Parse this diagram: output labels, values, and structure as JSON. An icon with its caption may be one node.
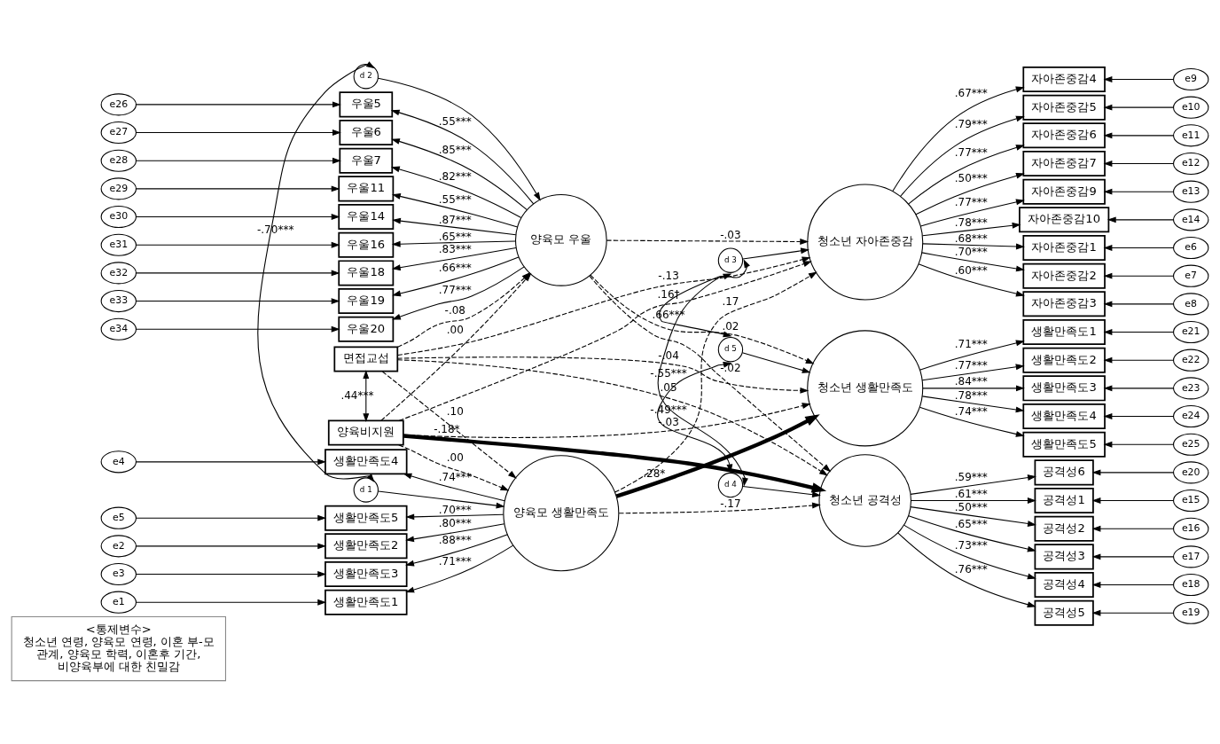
{
  "diagram": {
    "nodes": [
      {
        "text": [
          "<통제변수>",
          "청소년 연령, 양육모 연령, 이혼 부-모 관계, 양육모 학력, 이혼후 기간, 비양육부에 대한 친밀감"
        ]
      },
      {
        "text": [
          "e1"
        ]
      },
      {
        "text": [
          "e2"
        ]
      },
      {
        "text": [
          "e3"
        ]
      },
      {
        "text": [
          "e4"
        ]
      },
      {
        "text": [
          "e5"
        ]
      },
      {
        "text": [
          "생활만족도1"
        ]
      },
      {
        "text": [
          "생활만족도2"
        ]
      },
      {
        "text": [
          "생활만족도3"
        ]
      },
      {
        "text": [
          "생활만족도4"
        ]
      },
      {
        "text": [
          "생활만족도5"
        ]
      },
      {
        "text": [
          "양육모 생활만족도"
        ]
      },
      {
        "text": [
          "d 1"
        ]
      },
      {
        "text": [
          "면접교섭"
        ]
      },
      {
        "text": [
          "양육비지원"
        ]
      },
      {
        "text": [
          "청소년 자아존중감"
        ]
      },
      {
        "text": [
          "d 3"
        ]
      },
      {
        "text": [
          "청소년 공격성"
        ]
      },
      {
        "text": [
          "d 4"
        ]
      },
      {
        "text": [
          "청소년 생활만족도"
        ]
      },
      {
        "text": [
          "d 5"
        ]
      },
      {
        "text": [
          "양육모 우울"
        ]
      },
      {
        "text": [
          "d 2"
        ]
      },
      {
        "text": [
          "자아존중감1"
        ]
      },
      {
        "text": [
          "자아존중감2"
        ]
      },
      {
        "text": [
          "자아존중감3"
        ]
      },
      {
        "text": [
          "자아존중감4"
        ]
      },
      {
        "text": [
          "자아존중감5"
        ]
      },
      {
        "text": [
          "자아존중감6"
        ]
      },
      {
        "text": [
          "자아존중감7"
        ]
      },
      {
        "text": [
          "자아존중감9"
        ]
      },
      {
        "text": [
          "자아존중감10"
        ]
      },
      {
        "text": [
          "e6"
        ]
      },
      {
        "text": [
          "e7"
        ]
      },
      {
        "text": [
          "e8"
        ]
      },
      {
        "text": [
          "e9"
        ]
      },
      {
        "text": [
          "e10"
        ]
      },
      {
        "text": [
          "e11"
        ]
      },
      {
        "text": [
          "e12"
        ]
      },
      {
        "text": [
          "e13"
        ]
      },
      {
        "text": [
          "e14"
        ]
      },
      {
        "text": [
          "공격성1"
        ]
      },
      {
        "text": [
          "공격성2"
        ]
      },
      {
        "text": [
          "공격성3"
        ]
      },
      {
        "text": [
          "공격성4"
        ]
      },
      {
        "text": [
          "공격성5"
        ]
      },
      {
        "text": [
          "공격성6"
        ]
      },
      {
        "text": [
          "e15"
        ]
      },
      {
        "text": [
          "e16"
        ]
      },
      {
        "text": [
          "e17"
        ]
      },
      {
        "text": [
          "e18"
        ]
      },
      {
        "text": [
          "e19"
        ]
      },
      {
        "text": [
          "e20"
        ]
      },
      {
        "text": [
          "생활만족도1"
        ]
      },
      {
        "text": [
          "생활만족도2"
        ]
      },
      {
        "text": [
          "생활만족도3"
        ]
      },
      {
        "text": [
          "생활만족도4"
        ]
      },
      {
        "text": [
          "생활만족도5"
        ]
      },
      {
        "text": [
          "e21"
        ]
      },
      {
        "text": [
          "e22"
        ]
      },
      {
        "text": [
          "e23"
        ]
      },
      {
        "text": [
          "e24"
        ]
      },
      {
        "text": [
          "e25"
        ]
      },
      {
        "text": [
          "우울5"
        ]
      },
      {
        "text": [
          "우울6"
        ]
      },
      {
        "text": [
          "우울7"
        ]
      },
      {
        "text": [
          "우울11"
        ]
      },
      {
        "text": [
          "우울14"
        ]
      },
      {
        "text": [
          "우울16"
        ]
      },
      {
        "text": [
          "우울18"
        ]
      },
      {
        "text": [
          "우울19"
        ]
      },
      {
        "text": [
          "우울20"
        ]
      },
      {
        "text": [
          "e26"
        ]
      },
      {
        "text": [
          "e27"
        ]
      },
      {
        "text": [
          "e28"
        ]
      },
      {
        "text": [
          "e29"
        ]
      },
      {
        "text": [
          "e30"
        ]
      },
      {
        "text": [
          "e31"
        ]
      },
      {
        "text": [
          "e32"
        ]
      },
      {
        "text": [
          "e33"
        ]
      },
      {
        "text": [
          "e34"
        ]
      }
    ],
    "edges": [
      {
        "from": 13,
        "to": 14,
        "arrow": "both",
        "label": ".44***"
      },
      {
        "from": 1,
        "to": 6,
        "arrow": "to"
      },
      {
        "from": 2,
        "to": 7,
        "arrow": "to"
      },
      {
        "from": 3,
        "to": 8,
        "arrow": "to"
      },
      {
        "from": 4,
        "to": 9,
        "arrow": "to"
      },
      {
        "from": 5,
        "to": 10,
        "arrow": "to"
      },
      {
        "from": 11,
        "to": 6,
        "arrow": "to",
        "label": ".71***"
      },
      {
        "from": 11,
        "to": 7,
        "arrow": "to",
        "label": ".80***"
      },
      {
        "from": 11,
        "to": 8,
        "arrow": "to",
        "label": ".88***"
      },
      {
        "from": 11,
        "to": 9,
        "arrow": "to",
        "label": ".74***"
      },
      {
        "from": 11,
        "to": 10,
        "arrow": "to",
        "label": ".70***"
      },
      {
        "from": 12,
        "to": 11,
        "arrow": "to"
      },
      {
        "from": 12,
        "to": 22,
        "arrow": "both",
        "label": "-.70***"
      },
      {
        "from": 13,
        "to": 11,
        "arrow": "to",
        "label": ".10",
        "style": "dashed"
      },
      {
        "from": 14,
        "to": 11,
        "arrow": "to",
        "label": ".00",
        "style": "dashed"
      },
      {
        "from": 13,
        "to": 15,
        "arrow": "to",
        "label": "-.13",
        "style": "dashed"
      },
      {
        "from": 13,
        "to": 17,
        "arrow": "to",
        "label": ".05",
        "style": "dashed"
      },
      {
        "from": 13,
        "to": 19,
        "arrow": "to",
        "label": "-.04",
        "style": "dashed"
      },
      {
        "from": 13,
        "to": 21,
        "arrow": "to",
        "label": "-.08",
        "style": "dashed"
      },
      {
        "from": 14,
        "to": 15,
        "arrow": "to",
        "label": ".16†",
        "style": "dashed"
      },
      {
        "from": 14,
        "to": 17,
        "arrow": "to",
        "label": "-.18*",
        "style": "thick"
      },
      {
        "from": 14,
        "to": 19,
        "arrow": "to",
        "label": "-.03",
        "style": "dashed"
      },
      {
        "from": 14,
        "to": 21,
        "arrow": "to",
        "label": ".00",
        "style": "dashed"
      },
      {
        "from": 11,
        "to": 15,
        "arrow": "to",
        "label": ".17",
        "style": "dashed"
      },
      {
        "from": 11,
        "to": 17,
        "arrow": "to",
        "label": "-.17",
        "style": "dashed"
      },
      {
        "from": 11,
        "to": 19,
        "arrow": "to",
        "label": ".28*",
        "style": "thick"
      },
      {
        "from": 21,
        "to": 15,
        "arrow": "to",
        "label": "-.03",
        "style": "dashed"
      },
      {
        "from": 21,
        "to": 17,
        "arrow": "to",
        "label": "-.02",
        "style": "dashed"
      },
      {
        "from": 21,
        "to": 19,
        "arrow": "to",
        "label": ".02",
        "style": "dashed"
      },
      {
        "from": 22,
        "to": 21,
        "arrow": "to"
      },
      {
        "from": 16,
        "to": 15,
        "arrow": "to"
      },
      {
        "from": 18,
        "to": 17,
        "arrow": "to"
      },
      {
        "from": 20,
        "to": 19,
        "arrow": "to"
      },
      {
        "from": 16,
        "to": 18,
        "arrow": "both",
        "label": "-.55***"
      },
      {
        "from": 18,
        "to": 20,
        "arrow": "both",
        "label": "-.49***"
      },
      {
        "from": 16,
        "to": 20,
        "arrow": "both",
        "label": ".66***"
      },
      {
        "from": 15,
        "to": 23,
        "arrow": "to",
        "label": ".68***"
      },
      {
        "from": 15,
        "to": 24,
        "arrow": "to",
        "label": ".70***"
      },
      {
        "from": 15,
        "to": 25,
        "arrow": "to",
        "label": ".60***"
      },
      {
        "from": 15,
        "to": 26,
        "arrow": "to",
        "label": ".67***"
      },
      {
        "from": 15,
        "to": 27,
        "arrow": "to",
        "label": ".79***"
      },
      {
        "from": 15,
        "to": 28,
        "arrow": "to",
        "label": ".77***"
      },
      {
        "from": 15,
        "to": 29,
        "arrow": "to",
        "label": ".50***"
      },
      {
        "from": 15,
        "to": 30,
        "arrow": "to",
        "label": ".77***"
      },
      {
        "from": 15,
        "to": 31,
        "arrow": "to",
        "label": ".78***"
      },
      {
        "from": 32,
        "to": 23,
        "arrow": "to"
      },
      {
        "from": 33,
        "to": 24,
        "arrow": "to"
      },
      {
        "from": 34,
        "to": 25,
        "arrow": "to"
      },
      {
        "from": 35,
        "to": 26,
        "arrow": "to"
      },
      {
        "from": 36,
        "to": 27,
        "arrow": "to"
      },
      {
        "from": 37,
        "to": 28,
        "arrow": "to"
      },
      {
        "from": 38,
        "to": 29,
        "arrow": "to"
      },
      {
        "from": 39,
        "to": 30,
        "arrow": "to"
      },
      {
        "from": 40,
        "to": 31,
        "arrow": "to"
      },
      {
        "from": 17,
        "to": 41,
        "arrow": "to",
        "label": ".61***"
      },
      {
        "from": 17,
        "to": 42,
        "arrow": "to",
        "label": ".50***"
      },
      {
        "from": 17,
        "to": 43,
        "arrow": "to",
        "label": ".65***"
      },
      {
        "from": 17,
        "to": 44,
        "arrow": "to",
        "label": ".73***"
      },
      {
        "from": 17,
        "to": 45,
        "arrow": "to",
        "label": ".76***"
      },
      {
        "from": 17,
        "to": 46,
        "arrow": "to",
        "label": ".59***"
      },
      {
        "from": 47,
        "to": 41,
        "arrow": "to"
      },
      {
        "from": 48,
        "to": 42,
        "arrow": "to"
      },
      {
        "from": 49,
        "to": 43,
        "arrow": "to"
      },
      {
        "from": 50,
        "to": 44,
        "arrow": "to"
      },
      {
        "from": 51,
        "to": 45,
        "arrow": "to"
      },
      {
        "from": 52,
        "to": 46,
        "arrow": "to"
      },
      {
        "from": 19,
        "to": 53,
        "arrow": "to",
        "label": ".71***"
      },
      {
        "from": 19,
        "to": 54,
        "arrow": "to",
        "label": ".77***"
      },
      {
        "from": 19,
        "to": 55,
        "arrow": "to",
        "label": ".84***"
      },
      {
        "from": 19,
        "to": 56,
        "arrow": "to",
        "label": ".78***"
      },
      {
        "from": 19,
        "to": 57,
        "arrow": "to",
        "label": ".74***"
      },
      {
        "from": 58,
        "to": 53,
        "arrow": "to"
      },
      {
        "from": 59,
        "to": 54,
        "arrow": "to"
      },
      {
        "from": 60,
        "to": 55,
        "arrow": "to"
      },
      {
        "from": 61,
        "to": 56,
        "arrow": "to"
      },
      {
        "from": 62,
        "to": 57,
        "arrow": "to"
      },
      {
        "from": 21,
        "to": 63,
        "arrow": "to",
        "label": ".55***"
      },
      {
        "from": 21,
        "to": 64,
        "arrow": "to",
        "label": ".85***"
      },
      {
        "from": 21,
        "to": 65,
        "arrow": "to",
        "label": ".82***"
      },
      {
        "from": 21,
        "to": 66,
        "arrow": "to",
        "label": ".55***"
      },
      {
        "from": 21,
        "to": 67,
        "arrow": "to",
        "label": ".87***"
      },
      {
        "from": 21,
        "to": 68,
        "arrow": "to",
        "label": ".65***"
      },
      {
        "from": 21,
        "to": 69,
        "arrow": "to",
        "label": ".83***"
      },
      {
        "from": 21,
        "to": 70,
        "arrow": "to",
        "label": ".66***"
      },
      {
        "from": 21,
        "to": 71,
        "arrow": "to",
        "label": ".77***"
      },
      {
        "from": 72,
        "to": 63,
        "arrow": "to"
      },
      {
        "from": 73,
        "to": 64,
        "arrow": "to"
      },
      {
        "from": 74,
        "to": 65,
        "arrow": "to"
      },
      {
        "from": 75,
        "to": 66,
        "arrow": "to"
      },
      {
        "from": 76,
        "to": 67,
        "arrow": "to"
      },
      {
        "from": 77,
        "to": 68,
        "arrow": "to"
      },
      {
        "from": 78,
        "to": 69,
        "arrow": "to"
      },
      {
        "from": 79,
        "to": 70,
        "arrow": "to"
      },
      {
        "from": 80,
        "to": 71,
        "arrow": "to"
      }
    ]
  }
}
